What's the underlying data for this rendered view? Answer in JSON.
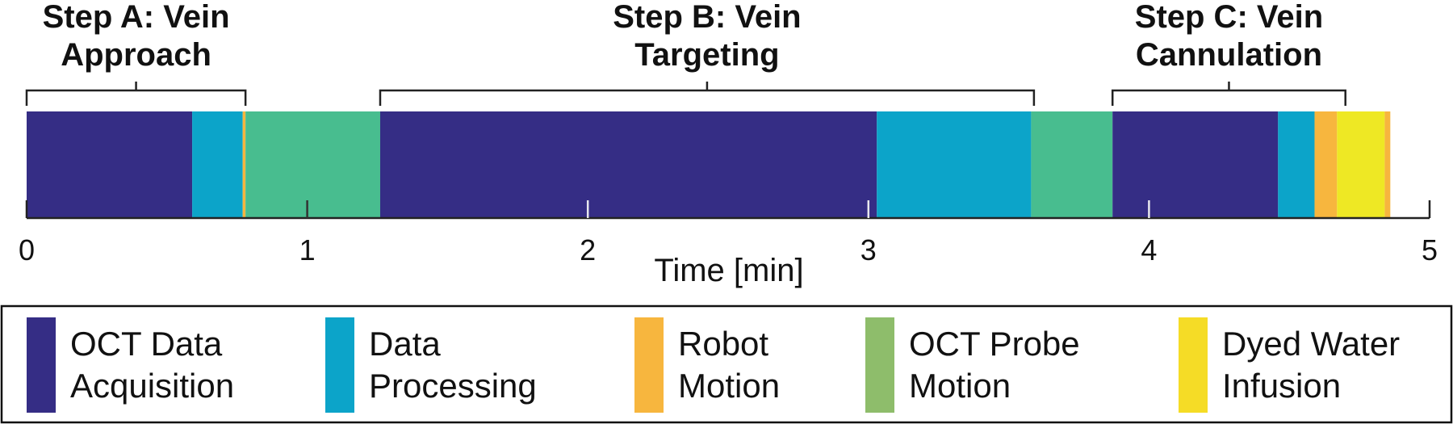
{
  "chart_data": {
    "type": "bar",
    "orientation": "horizontal-stacked-timeline",
    "xlabel": "Time [min]",
    "xlim": [
      0,
      5
    ],
    "xticks": [
      "0",
      "1",
      "2",
      "3",
      "4",
      "5"
    ],
    "steps": [
      {
        "label_lines": [
          "Step A: Vein",
          "Approach"
        ],
        "start": 0,
        "end": 0.78
      },
      {
        "label_lines": [
          "Step B: Vein",
          "Targeting"
        ],
        "start": 1.26,
        "end": 3.59
      },
      {
        "label_lines": [
          "Step C: Vein",
          "Cannulation"
        ],
        "start": 3.87,
        "end": 4.7
      }
    ],
    "segments": [
      {
        "category": "oct_acq",
        "start": 0.0,
        "end": 0.59
      },
      {
        "category": "data_proc",
        "start": 0.59,
        "end": 0.77
      },
      {
        "category": "robot",
        "start": 0.77,
        "end": 0.78
      },
      {
        "category": "probe",
        "start": 0.78,
        "end": 1.26
      },
      {
        "category": "oct_acq",
        "start": 1.26,
        "end": 3.03
      },
      {
        "category": "data_proc",
        "start": 3.03,
        "end": 3.58
      },
      {
        "category": "probe",
        "start": 3.58,
        "end": 3.87
      },
      {
        "category": "oct_acq",
        "start": 3.87,
        "end": 4.46
      },
      {
        "category": "data_proc",
        "start": 4.46,
        "end": 4.59
      },
      {
        "category": "robot",
        "start": 4.59,
        "end": 4.67
      },
      {
        "category": "dye",
        "start": 4.67,
        "end": 4.84
      },
      {
        "category": "robot",
        "start": 4.84,
        "end": 4.86
      }
    ],
    "categories": {
      "oct_acq": {
        "color": "#352d85"
      },
      "data_proc": {
        "color": "#0ca4c9"
      },
      "robot": {
        "color": "#f7b63e"
      },
      "probe": {
        "color": "#48bd8f"
      },
      "dye": {
        "color": "#eee824"
      }
    },
    "legend": {
      "placement": "bottom",
      "entries": [
        {
          "label_lines": [
            "OCT Data",
            "Acquisition"
          ],
          "color": "#352d85"
        },
        {
          "label_lines": [
            "Data",
            "Processing"
          ],
          "color": "#0ca4c9"
        },
        {
          "label_lines": [
            "Robot",
            "Motion"
          ],
          "color": "#f7b63e"
        },
        {
          "label_lines": [
            "OCT Probe",
            "Motion"
          ],
          "color": "#8ebd6b"
        },
        {
          "label_lines": [
            "Dyed Water",
            "Infusion"
          ],
          "color": "#f5dc26"
        }
      ]
    }
  }
}
